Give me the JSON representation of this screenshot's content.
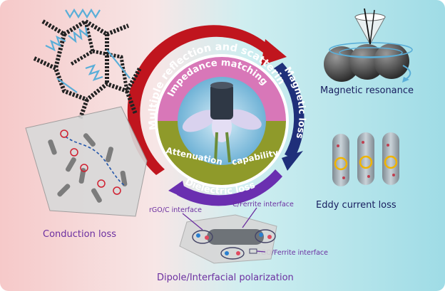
{
  "outer_ring": {
    "top_label": "Multiple reflection and scattering",
    "right_label": "Magnetic loss",
    "bottom_label": "Dielectric loss"
  },
  "inner_disk": {
    "top_label": "Impedance matching",
    "bottom_label_left": "Attenuation",
    "bottom_label_right": "capability"
  },
  "mechanisms": {
    "magnetic_resonance": "Magnetic resonance",
    "eddy_current_loss": "Eddy current loss",
    "conduction_loss": "Conduction loss",
    "polarization": "Dipole/Interfacial polarization",
    "rgo_c_interface": "rGO/C interface",
    "c_ferrite_interface": "C/Ferrite interface",
    "rgo_ferrite_interface": "rGO/Ferrite interface"
  },
  "colors": {
    "ring_red": "#c0151e",
    "ring_navy": "#1f2f7a",
    "ring_purple": "#6a2fb0",
    "disk_pink": "#d877b8",
    "disk_olive": "#8f9a2a",
    "label_purple": "#6b2fa0",
    "label_navy": "#1a2060",
    "arrow_blue": "#5aaed8"
  }
}
